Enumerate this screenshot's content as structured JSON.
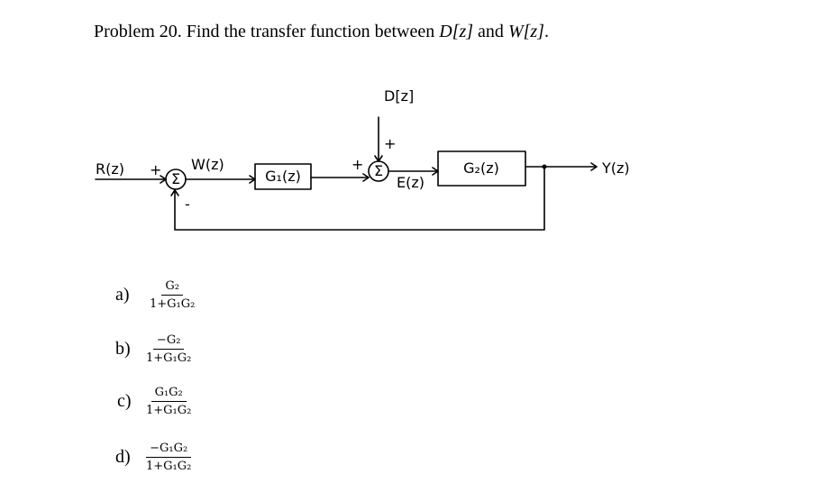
{
  "problem": {
    "label": "Problem 20.",
    "text": "Find the transfer function between",
    "var1": "D[z]",
    "conj": "and",
    "var2": "W[z]",
    "end": "."
  },
  "diagram": {
    "input": "R(z)",
    "plus_r": "+",
    "minus": "-",
    "sum1": "Σ",
    "w_label": "W(z)",
    "g1": "G₁(z)",
    "plus_sum2_left": "+",
    "plus_sum2_top": "+",
    "sum2": "Σ",
    "disturbance": "D[z]",
    "error": "E(z)",
    "g2": "G₂(z)",
    "output": "Y(z)"
  },
  "options": [
    {
      "letter": "a)",
      "num": "G₂",
      "den": "1+G₁G₂"
    },
    {
      "letter": "b)",
      "num": "−G₂",
      "den": "1+G₁G₂"
    },
    {
      "letter": "c)",
      "num": "G₁G₂",
      "den": "1+G₁G₂"
    },
    {
      "letter": "d)",
      "num": "−G₁G₂",
      "den": "1+G₁G₂"
    }
  ]
}
